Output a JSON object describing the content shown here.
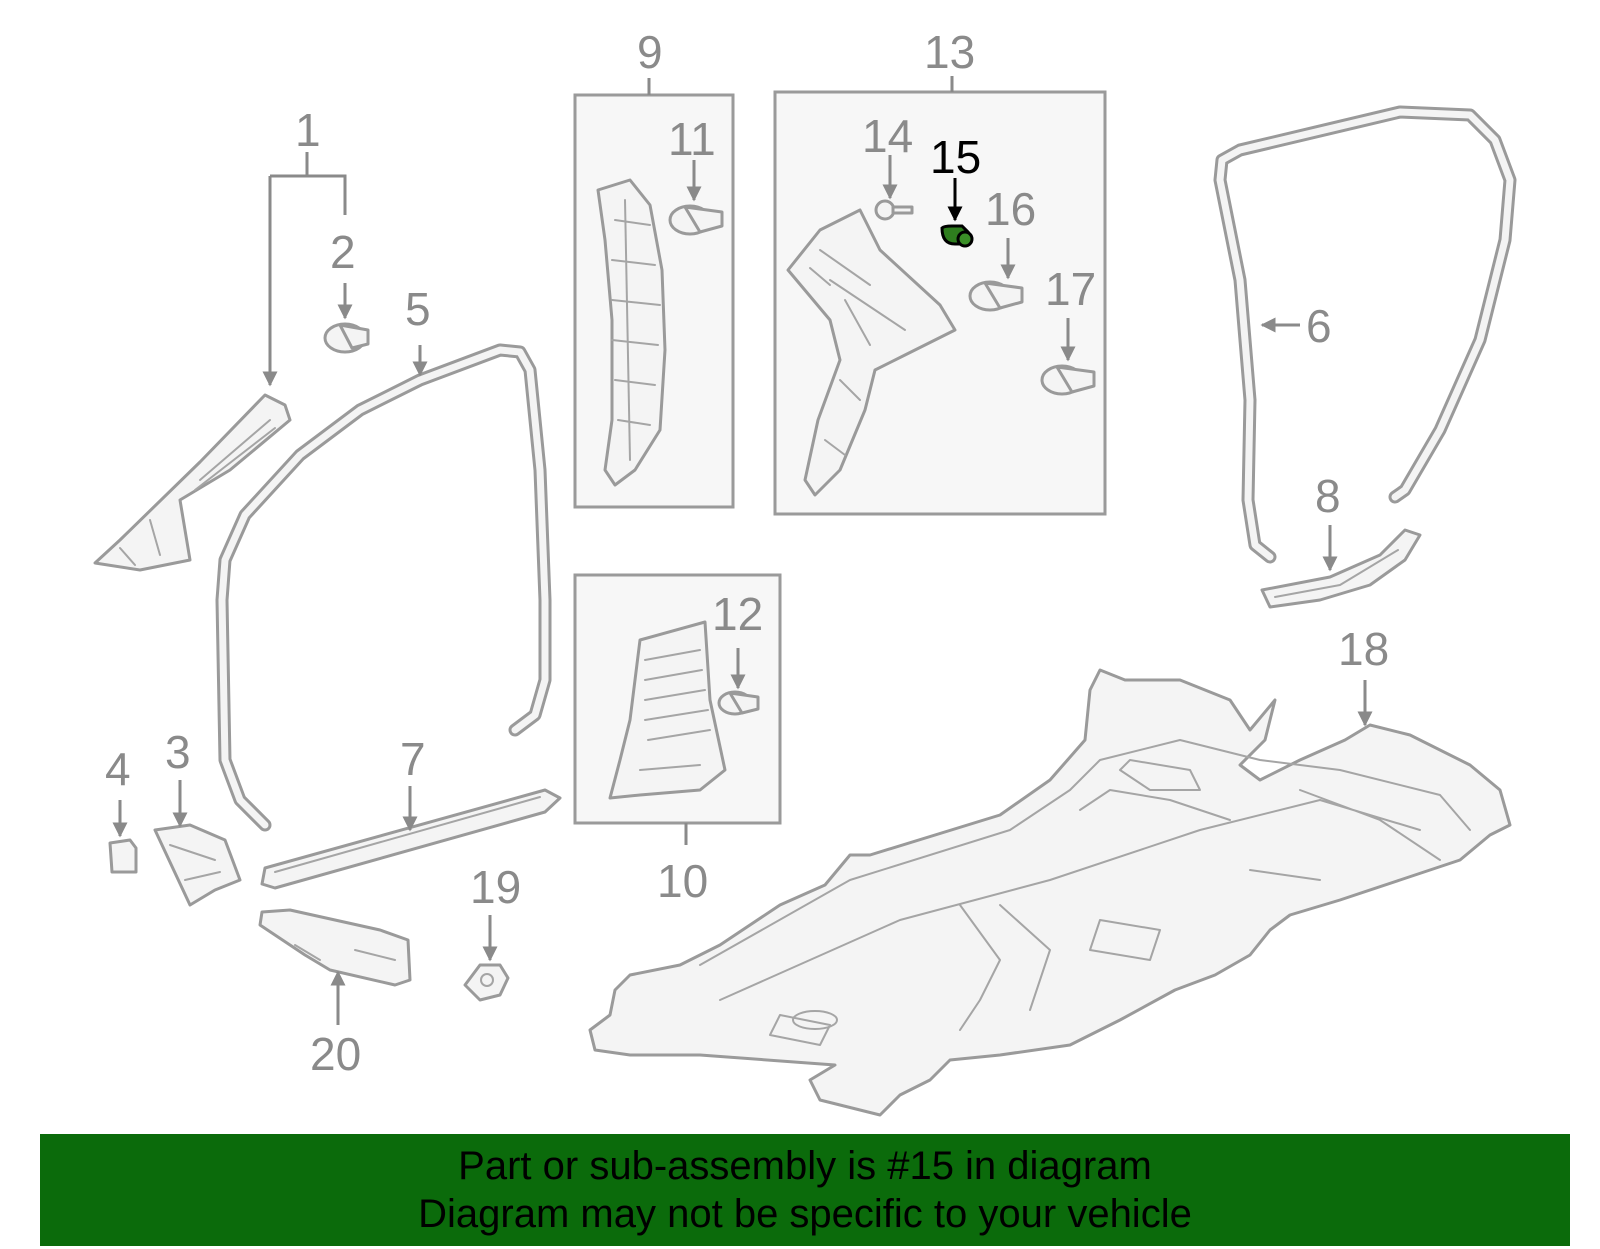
{
  "callouts": {
    "c1": "1",
    "c2": "2",
    "c3": "3",
    "c4": "4",
    "c5": "5",
    "c6": "6",
    "c7": "7",
    "c8": "8",
    "c9": "9",
    "c10": "10",
    "c11": "11",
    "c12": "12",
    "c13": "13",
    "c14": "14",
    "c15": "15",
    "c16": "16",
    "c17": "17",
    "c18": "18",
    "c19": "19",
    "c20": "20"
  },
  "highlighted_part": "15",
  "colors": {
    "line_gray": "#9a9a9a",
    "highlight_part": "#2e7d1e",
    "banner_bg": "#0b6b0b",
    "banner_text": "#000000"
  },
  "banner": {
    "line1": "Part or sub-assembly is #15 in diagram",
    "line2": "Diagram may not be specific to your vehicle"
  }
}
